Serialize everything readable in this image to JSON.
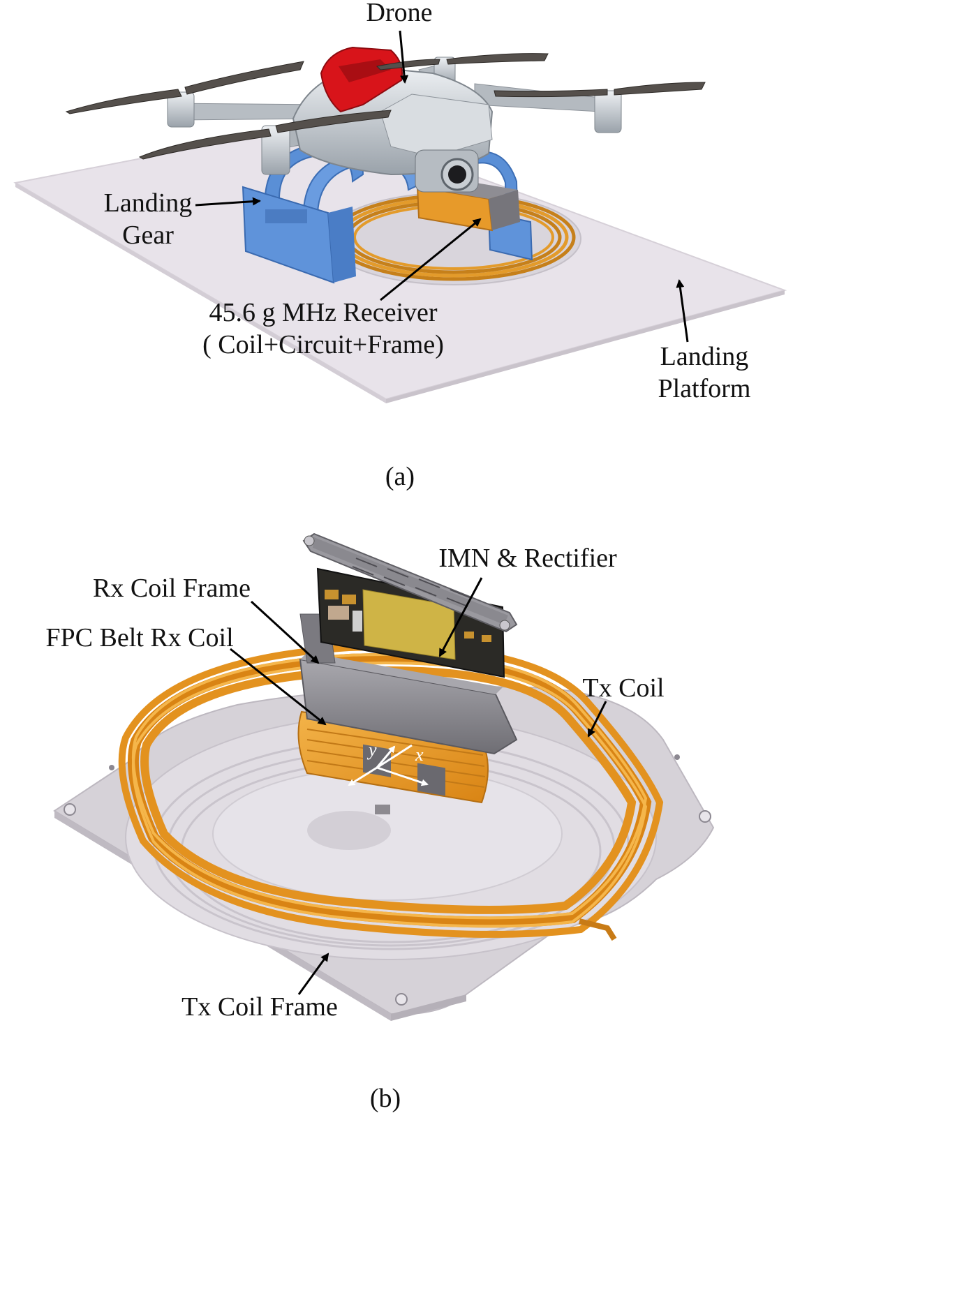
{
  "panel_a": {
    "caption": "(a)",
    "labels": {
      "drone": "Drone",
      "landing_gear_1": "Landing",
      "landing_gear_2": "Gear",
      "receiver_1": "45.6 g MHz Receiver",
      "receiver_2": "( Coil+Circuit+Frame)",
      "platform_1": "Landing",
      "platform_2": "Platform"
    }
  },
  "panel_b": {
    "caption": "(b)",
    "labels": {
      "imn": "IMN & Rectifier",
      "rx_frame": "Rx Coil Frame",
      "fpc": "FPC Belt Rx Coil",
      "tx_coil": "Tx Coil",
      "tx_frame": "Tx Coil Frame",
      "axis_y": "y",
      "axis_x": "x"
    }
  },
  "colors": {
    "drone_body": "#c9ced3",
    "drone_accent": "#d8141a",
    "landing_gear": "#5a8fd6",
    "coil": "#e79a2a",
    "platform": "#e8e3ea",
    "frame_gray": "#8b8a90"
  }
}
